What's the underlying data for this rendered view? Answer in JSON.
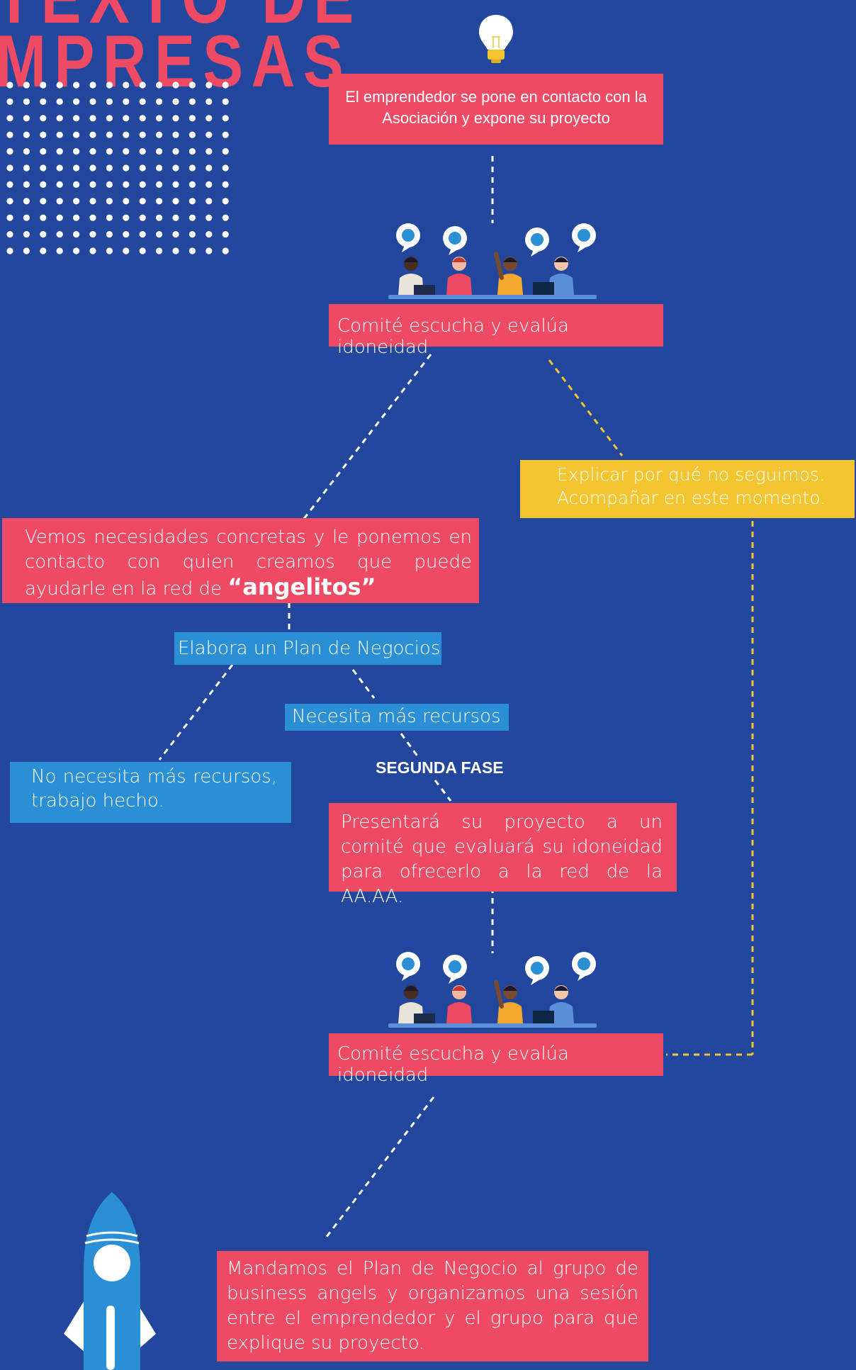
{
  "title": {
    "line1": "TEXTO DE",
    "line2": "MPRESAS"
  },
  "colors": {
    "background": "#22479d",
    "red": "#ef4a63",
    "blue": "#2a8fd4",
    "yellow": "#f4c52f",
    "white": "#ffffff"
  },
  "steps": {
    "contact": "El emprendedor se pone en contacto con la Asociación y expone su proyecto",
    "committee1": "Comité escucha y evalúa idoneidad",
    "explain": "Explicar por qué no seguimos. Acompañar en este momento.",
    "needs": "Vemos necesidades concretas y le ponemos en contacto con quien creamos que puede ayudarle en la red de",
    "needs_emph": "“angelitos”",
    "plan": "Elabora un Plan de Negocios",
    "more": "Necesita más recursos",
    "no_more": "No necesita más recursos, trabajo hecho.",
    "second_phase": "SEGUNDA FASE",
    "present": "Presentará su proyecto a un comité que evaluará su idoneidad para ofrecerlo a la red de la AA.AA.",
    "committee2": "Comité escucha y evalúa idoneidad",
    "send": "Mandamos el Plan de Negocio al grupo de business angels y organizamos una sesión entre el emprendedor y el grupo para que explique su proyecto."
  },
  "icons": [
    "lightbulb-icon",
    "team-meeting-illustration",
    "rocket-icon",
    "dot-grid-decoration"
  ]
}
